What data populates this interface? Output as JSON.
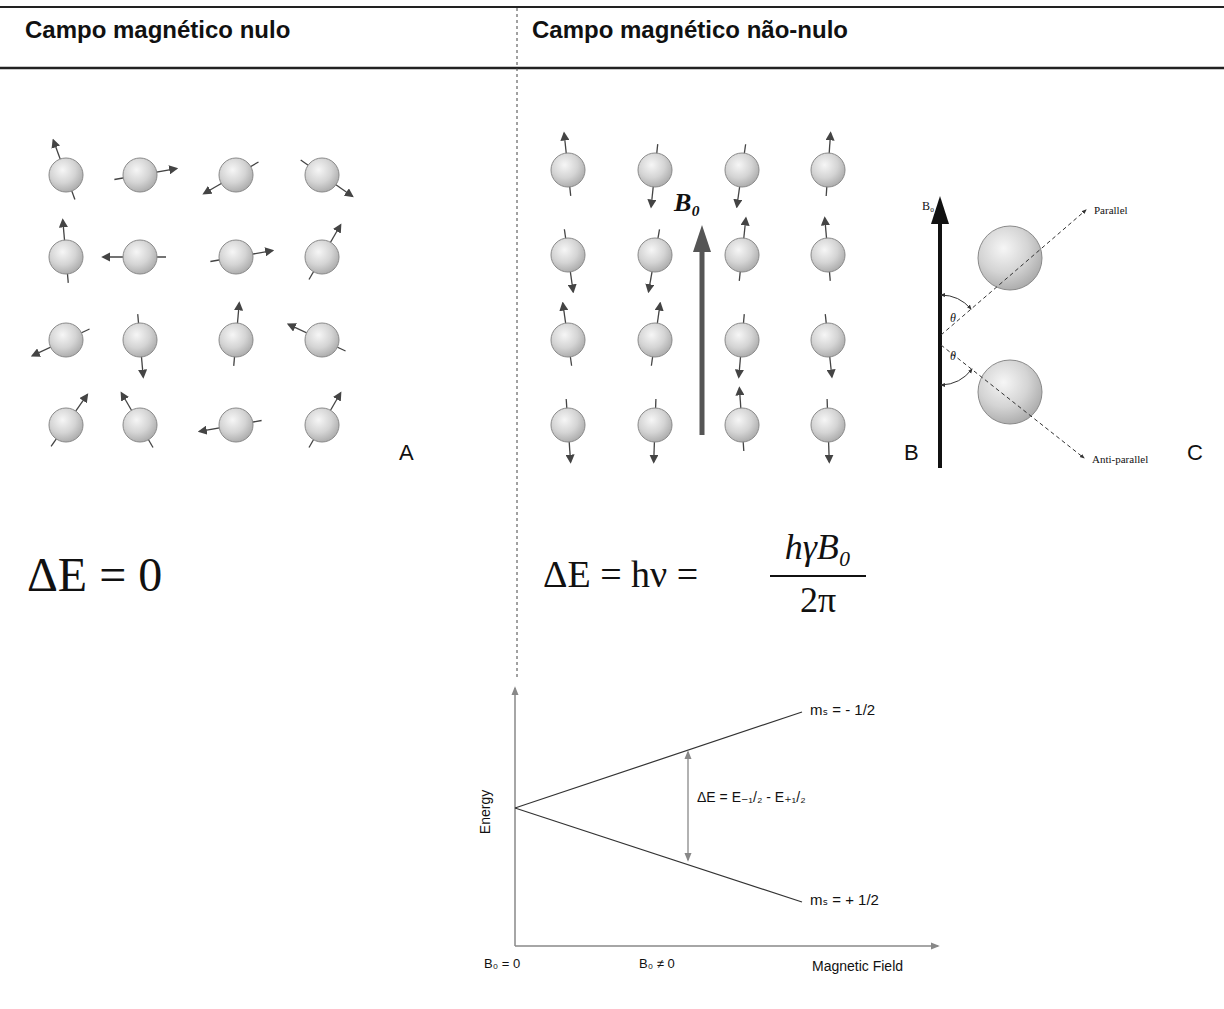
{
  "diagram": {
    "labels": [
      "Campo magnético nulo",
      "Campo magnético não-nulo",
      "A",
      "B₀",
      "B",
      "B₀",
      "Parallel",
      "θ",
      "θ",
      "Anti-parallel",
      "C",
      "ΔE = 0",
      "ΔE = hν =",
      "hγB₀",
      "2π",
      "mₛ = - 1/2",
      "ΔE = E₋₁/₂ - E₊₁/₂",
      "mₛ = + 1/2",
      "Energy",
      "B₀ = 0",
      "B₀ ≠ 0",
      "Magnetic Field"
    ]
  }
}
